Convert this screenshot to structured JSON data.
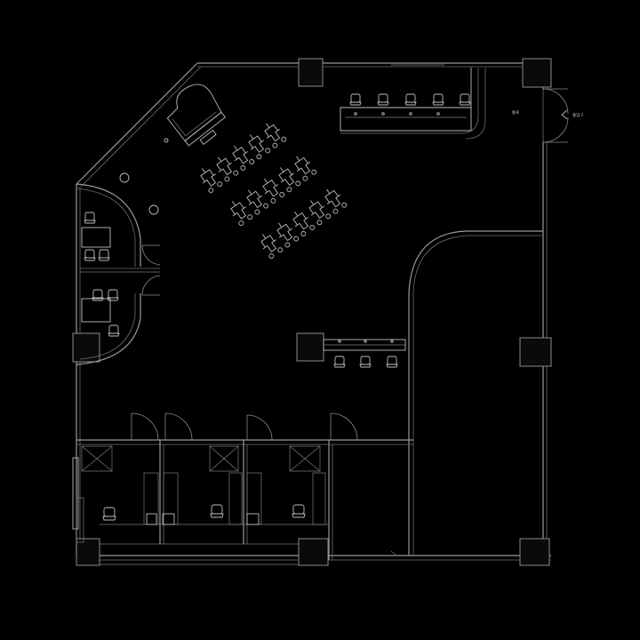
{
  "plan": {
    "entrance_label": "출입구",
    "corridor_label": "통로"
  },
  "colors": {
    "background": "#000000",
    "wall": "#9a9a9a",
    "furniture": "#bdbdbd"
  },
  "icons": {
    "columns": "hatched-square-column",
    "chairs": "office-chair",
    "entrance": "chevron-arrow-icon"
  }
}
